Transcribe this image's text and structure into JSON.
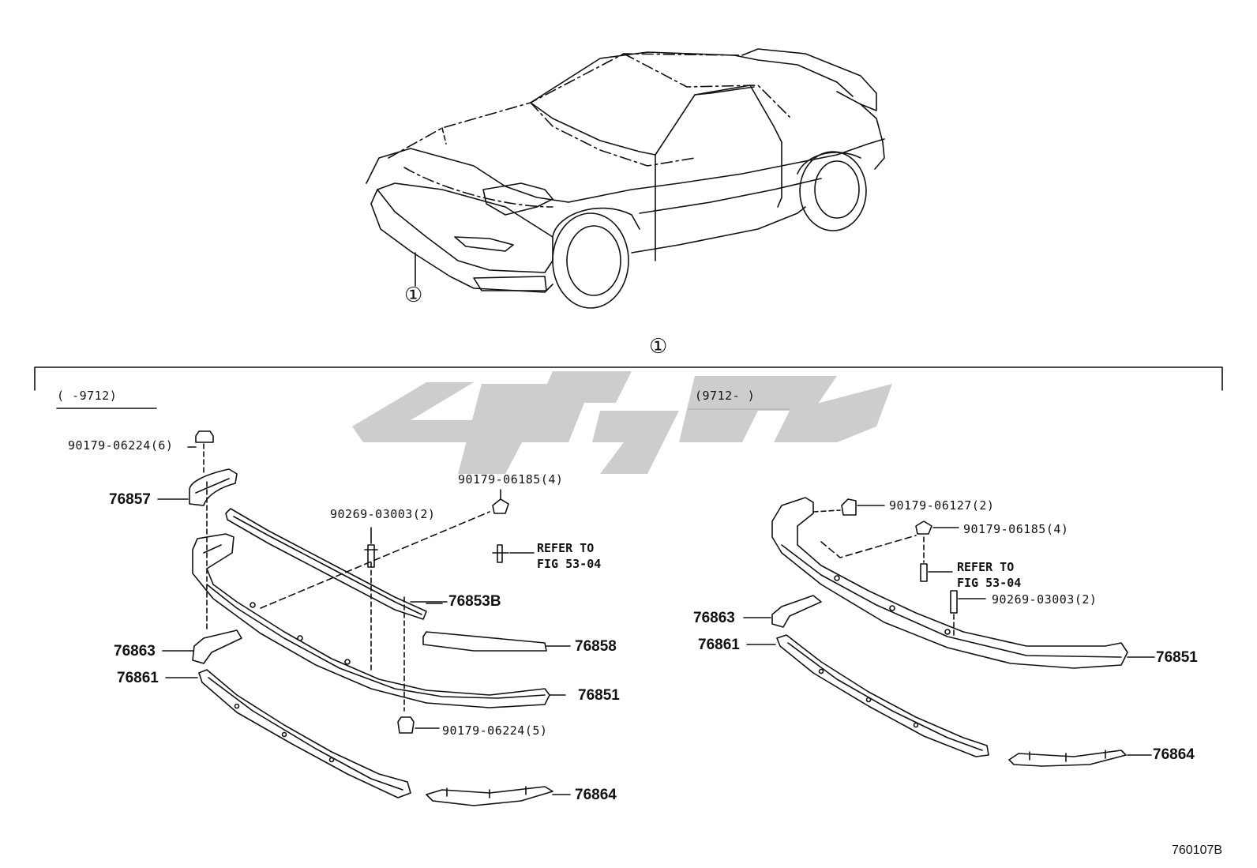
{
  "callouts": {
    "main": "①",
    "car": "①"
  },
  "groups": {
    "left": {
      "range": "(      -9712)"
    },
    "right": {
      "range": "(9712-      )"
    }
  },
  "parts_left": {
    "clip_top": "90179-06224(6)",
    "p76857": "76857",
    "clip_right": "90179-06185(4)",
    "screw": "90269-03003(2)",
    "refer_1": "REFER TO",
    "refer_2": "FIG 53-04",
    "p76853B": "76853B",
    "p76858": "76858",
    "p76863": "76863",
    "p76851": "76851",
    "p76861": "76861",
    "clip_bottom": "90179-06224(5)",
    "p76864": "76864"
  },
  "parts_right": {
    "clip_a": "90179-06127(2)",
    "clip_b": "90179-06185(4)",
    "refer_1": "REFER TO",
    "refer_2": "FIG 53-04",
    "screw": "90269-03003(2)",
    "p76863": "76863",
    "p76861": "76861",
    "p76851": "76851",
    "p76864": "76864"
  },
  "figure_code": "760107B",
  "watermark_color": "#c8c8c8"
}
